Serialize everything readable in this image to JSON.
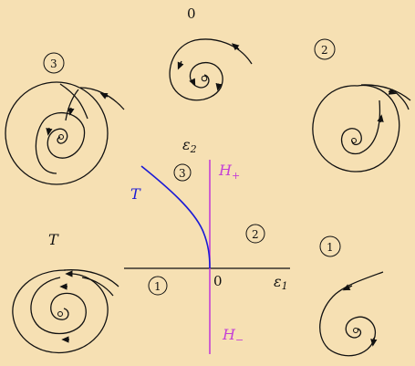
{
  "diagram": {
    "axes": {
      "origin_label": "0",
      "x_label": "ε",
      "x_sub": "1",
      "y_label": "ε",
      "y_sub": "2"
    },
    "curves": {
      "T_label": "T",
      "H_plus_label": "H",
      "H_plus_sign": "+",
      "H_minus_label": "H",
      "H_minus_sign": "−"
    },
    "regions": {
      "r1": "1",
      "r2": "2",
      "r3": "3"
    },
    "portraits": {
      "top_center_label": "0",
      "top_left_label": "3",
      "top_right_label": "2",
      "mid_left_label": "T",
      "bottom_right_label": "1"
    },
    "colors": {
      "background": "#f6e0b3",
      "curve_T": "#1a1ad6",
      "line_H": "#c43fd6",
      "ink": "#111111"
    }
  }
}
